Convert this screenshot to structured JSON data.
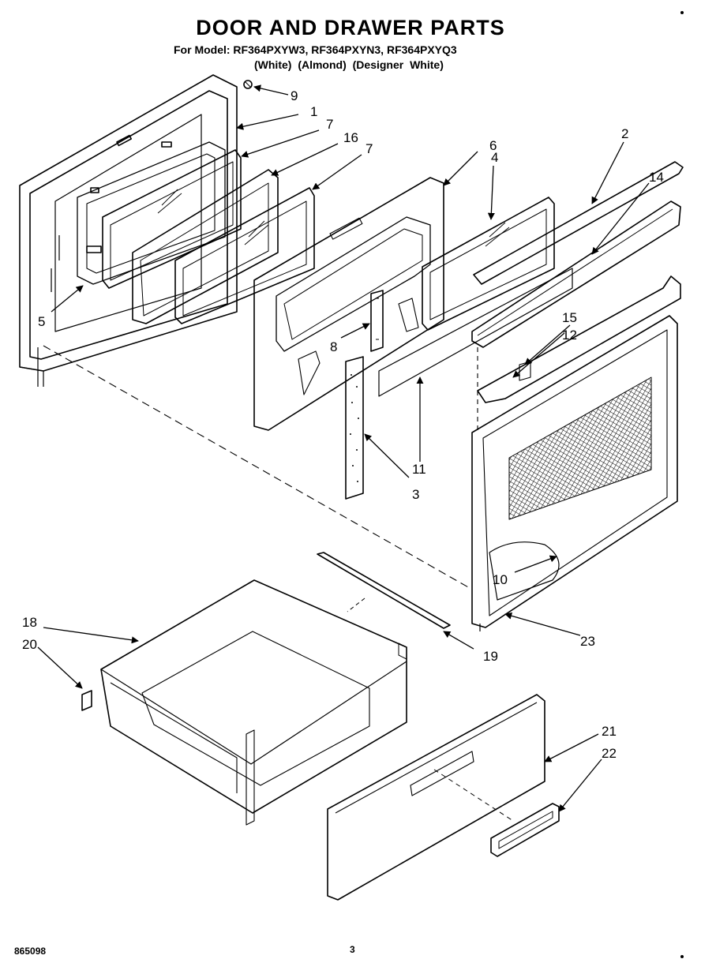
{
  "header": {
    "title": "DOOR AND DRAWER PARTS",
    "models": "For Model: RF364PXYW3, RF364PXYN3, RF364PXYQ3",
    "colors": "(White)    (Almond) (Designer White)"
  },
  "footer": {
    "doc_number": "865098",
    "page_number": "3"
  },
  "callouts": [
    {
      "id": "9",
      "label": "9"
    },
    {
      "id": "1",
      "label": "1"
    },
    {
      "id": "7a",
      "label": "7"
    },
    {
      "id": "16",
      "label": "16"
    },
    {
      "id": "7b",
      "label": "7"
    },
    {
      "id": "6",
      "label": "6"
    },
    {
      "id": "4",
      "label": "4"
    },
    {
      "id": "2",
      "label": "2"
    },
    {
      "id": "14",
      "label": "14"
    },
    {
      "id": "5",
      "label": "5"
    },
    {
      "id": "8",
      "label": "8"
    },
    {
      "id": "15",
      "label": "15"
    },
    {
      "id": "12",
      "label": "12"
    },
    {
      "id": "11",
      "label": "11"
    },
    {
      "id": "3",
      "label": "3"
    },
    {
      "id": "10",
      "label": "10"
    },
    {
      "id": "23",
      "label": "23"
    },
    {
      "id": "18",
      "label": "18"
    },
    {
      "id": "20",
      "label": "20"
    },
    {
      "id": "19",
      "label": "19"
    },
    {
      "id": "21",
      "label": "21"
    },
    {
      "id": "22",
      "label": "22"
    }
  ]
}
